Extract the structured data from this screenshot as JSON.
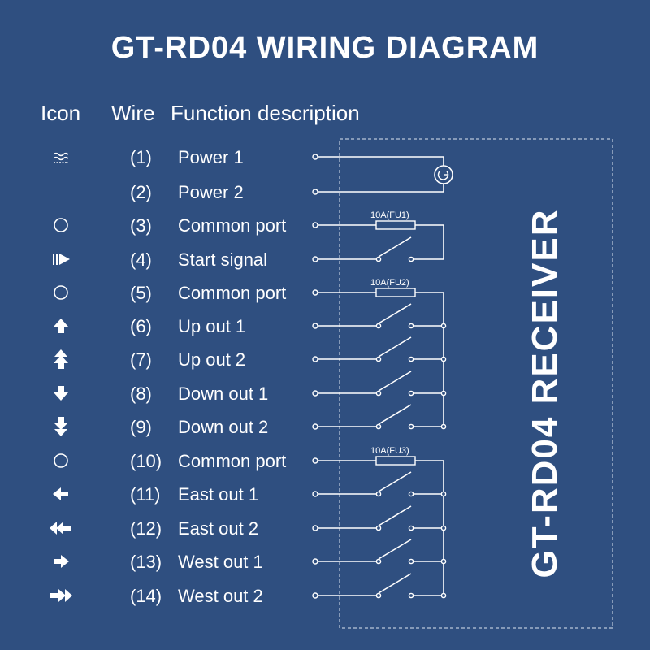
{
  "title": "GT-RD04 WIRING DIAGRAM",
  "headers": {
    "icon": "Icon",
    "wire": "Wire",
    "function": "Function description"
  },
  "receiver_label": "GT-RD04 RECEIVER",
  "fuses": [
    "10A(FU1)",
    "10A(FU2)",
    "10A(FU3)"
  ],
  "rows": [
    {
      "icon": "power-wave-icon",
      "wire": "(1)",
      "label": "Power 1"
    },
    {
      "icon": "power-wave-icon",
      "wire": "(2)",
      "label": "Power 2"
    },
    {
      "icon": "circle-icon",
      "wire": "(3)",
      "label": "Common port"
    },
    {
      "icon": "start-icon",
      "wire": "(4)",
      "label": "Start signal"
    },
    {
      "icon": "circle-icon",
      "wire": "(5)",
      "label": "Common port"
    },
    {
      "icon": "arrow-up-icon",
      "wire": "(6)",
      "label": "Up out 1"
    },
    {
      "icon": "double-up-icon",
      "wire": "(7)",
      "label": "Up out 2"
    },
    {
      "icon": "arrow-down-icon",
      "wire": "(8)",
      "label": "Down out 1"
    },
    {
      "icon": "double-down-icon",
      "wire": "(9)",
      "label": "Down out 2"
    },
    {
      "icon": "circle-icon",
      "wire": "(10)",
      "label": "Common port"
    },
    {
      "icon": "arrow-left-icon",
      "wire": "(11)",
      "label": "East out 1"
    },
    {
      "icon": "double-left-icon",
      "wire": "(12)",
      "label": "East out 2"
    },
    {
      "icon": "arrow-right-icon",
      "wire": "(13)",
      "label": "West out 1"
    },
    {
      "icon": "double-right-icon",
      "wire": "(14)",
      "label": "West out 2"
    }
  ]
}
